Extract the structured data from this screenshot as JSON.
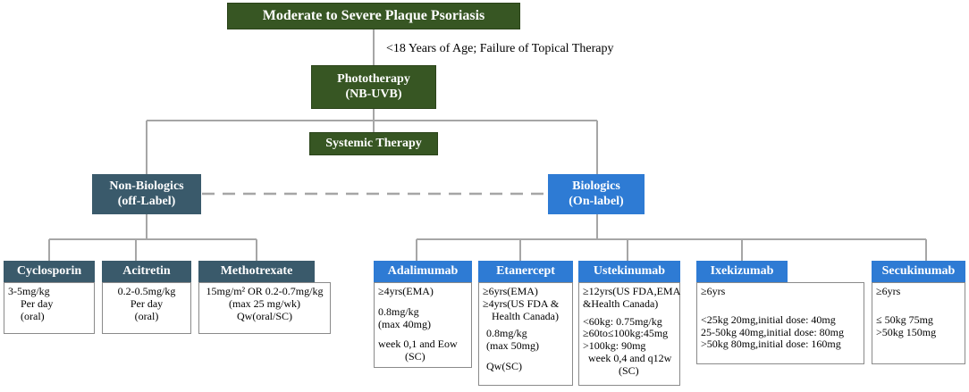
{
  "title": "Moderate to Severe Plaque Psoriasis",
  "criteria": "<18 Years of Age; Failure of Topical Therapy",
  "phototherapy": {
    "line1": "Phototherapy",
    "line2": "(NB-UVB)"
  },
  "systemic": "Systemic Therapy",
  "non_biologics": {
    "line1": "Non-Biologics",
    "line2": "(off-Label)"
  },
  "biologics": {
    "line1": "Biologics",
    "line2": "(On-label)"
  },
  "non_bio_drugs": [
    {
      "name": "Cyclosporin",
      "lines": [
        "3-5mg/kg",
        "Per day",
        "(oral)"
      ]
    },
    {
      "name": "Acitretin",
      "lines": [
        "0.2-0.5mg/kg",
        "Per day",
        "(oral)"
      ]
    },
    {
      "name": "Methotrexate",
      "lines": [
        "15mg/m²  OR 0.2-0.7mg/kg",
        "(max  25 mg/wk)",
        "Qw(oral/SC)"
      ]
    }
  ],
  "bio_drugs": [
    {
      "name": "Adalimumab",
      "lines": [
        "≥4yrs(EMA)",
        "0.8mg/kg",
        "(max 40mg)",
        "week 0,1 and Eow",
        "(SC)"
      ]
    },
    {
      "name": "Etanercept",
      "lines": [
        "≥6yrs(EMA)",
        "≥4yrs(US FDA &",
        "Health Canada)",
        "0.8mg/kg",
        "(max 50mg)",
        "Qw(SC)"
      ]
    },
    {
      "name": "Ustekinumab",
      "lines": [
        "≥12yrs(US FDA,EMA",
        "&Health Canada)",
        "<60kg: 0.75mg/kg",
        "≥60to≤100kg:45mg",
        ">100kg: 90mg",
        "week 0,4 and q12w",
        "(SC)"
      ]
    },
    {
      "name": "Ixekizumab",
      "lines": [
        "≥6yrs",
        "<25kg  20mg,initial  dose: 40mg",
        "25-50kg 40mg,initial  dose: 80mg",
        ">50kg  80mg,initial  dose: 160mg"
      ]
    },
    {
      "name": "Secukinumab",
      "lines": [
        "≥6yrs",
        "≤ 50kg   75mg",
        ">50kg  150mg"
      ]
    }
  ]
}
